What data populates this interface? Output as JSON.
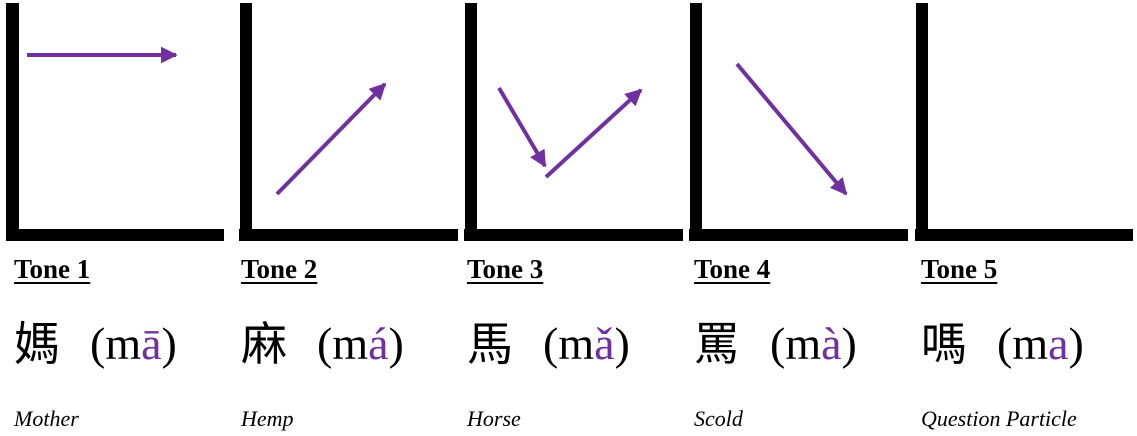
{
  "colors": {
    "axis": "#000000",
    "arrow": "#7030A0",
    "text": "#000000",
    "tone_vowel": "#7030A0"
  },
  "tones": [
    {
      "title": "Tone 1",
      "character": "媽",
      "pinyin_open": "(m",
      "pinyin_vowel": "ā",
      "pinyin_close": ")",
      "meaning": "Mother",
      "contour": "high-level"
    },
    {
      "title": "Tone 2",
      "character": "麻",
      "pinyin_open": "(m",
      "pinyin_vowel": "á",
      "pinyin_close": ")",
      "meaning": "Hemp",
      "contour": "rising"
    },
    {
      "title": "Tone 3",
      "character": "馬",
      "pinyin_open": "(m",
      "pinyin_vowel": "ǎ",
      "pinyin_close": ")",
      "meaning": "Horse",
      "contour": "dipping"
    },
    {
      "title": "Tone 4",
      "character": "罵",
      "pinyin_open": "(m",
      "pinyin_vowel": "à",
      "pinyin_close": ")",
      "meaning": "Scold",
      "contour": "falling"
    },
    {
      "title": "Tone 5",
      "character": "嗎",
      "pinyin_open": "(m",
      "pinyin_vowel": "a",
      "pinyin_close": ")",
      "meaning": "Question Particle",
      "contour": "neutral"
    }
  ]
}
